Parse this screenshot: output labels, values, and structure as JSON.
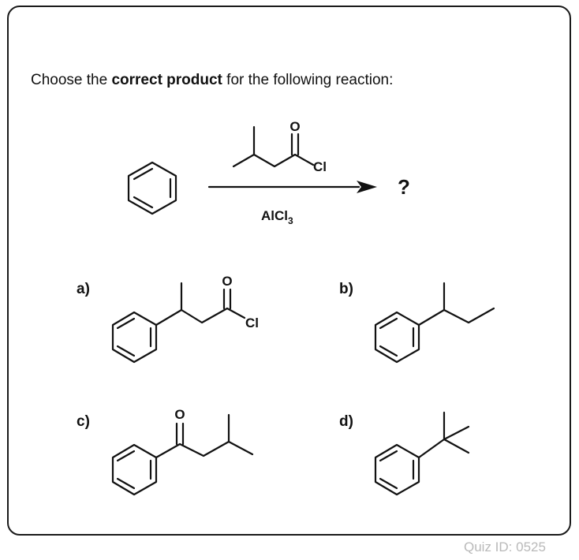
{
  "question": {
    "prefix": "Choose the ",
    "emphasis": "correct product",
    "suffix": " for the following reaction:"
  },
  "reaction": {
    "reagent_oxygen": "O",
    "reagent_chlorine": "Cl",
    "catalyst_base": "AlCl",
    "catalyst_subscript": "3",
    "product_placeholder": "?"
  },
  "options": [
    {
      "label": "a)",
      "atoms": {
        "o": "O",
        "cl": "Cl"
      }
    },
    {
      "label": "b)",
      "atoms": {}
    },
    {
      "label": "c)",
      "atoms": {
        "o": "O"
      }
    },
    {
      "label": "d)",
      "atoms": {}
    }
  ],
  "footer": {
    "quiz_id": "Quiz ID: 0525"
  }
}
